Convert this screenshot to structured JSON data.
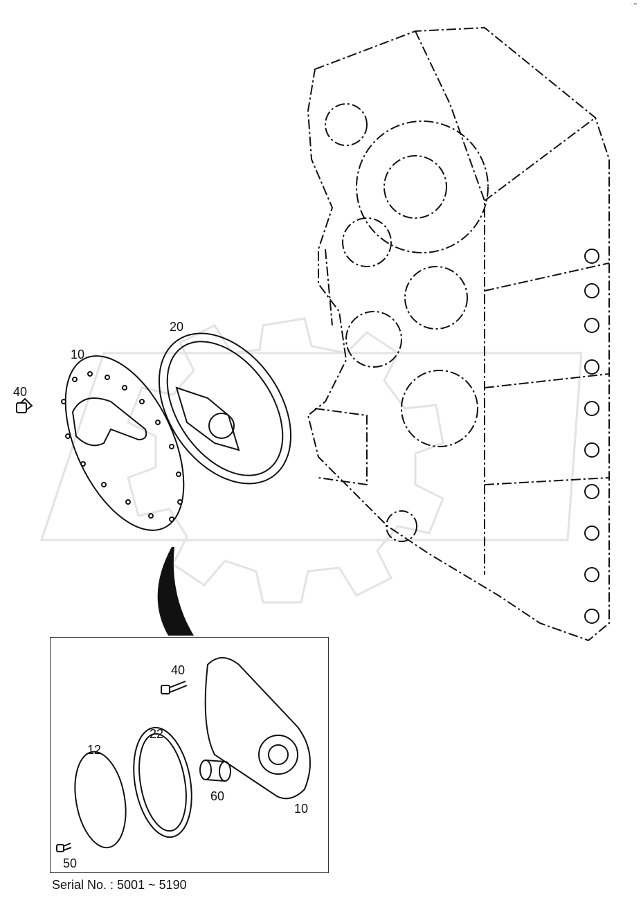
{
  "diagram": {
    "callouts_main": [
      "20",
      "10",
      "40"
    ],
    "callouts_inset": [
      "40",
      "22",
      "12",
      "60",
      "10",
      "50"
    ],
    "serial_label": "Serial No.  : 5001 ~ 5190",
    "watermark_color": "#e6e6e6",
    "line_color": "#111111"
  }
}
